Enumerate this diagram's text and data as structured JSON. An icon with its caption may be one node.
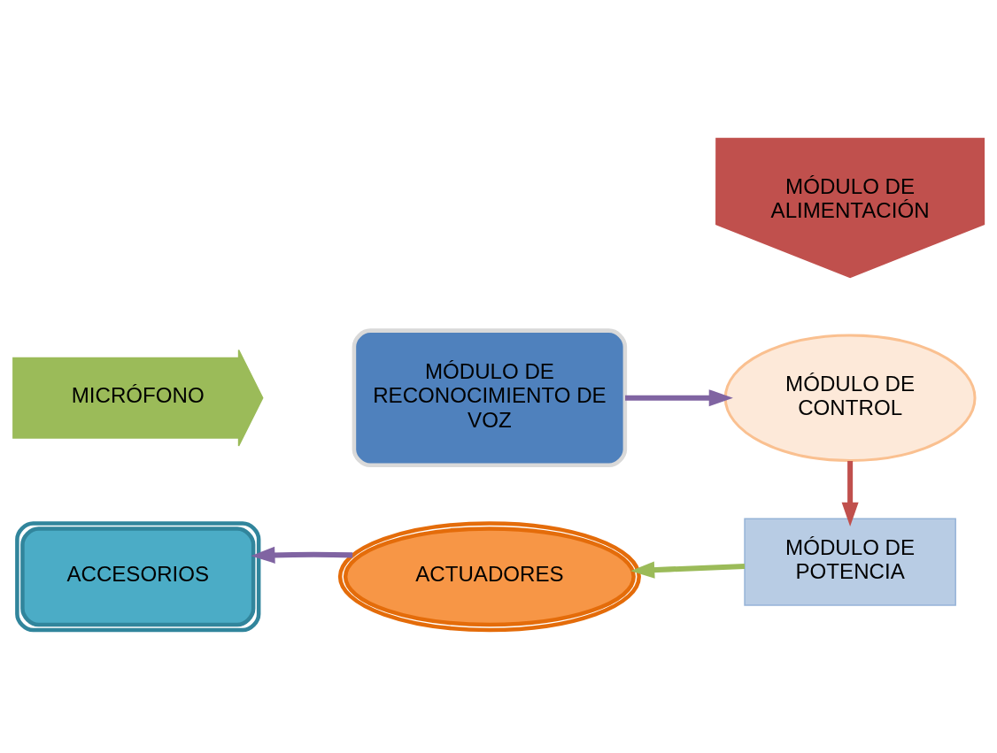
{
  "diagram": {
    "nodes": [
      {
        "text": [
          "MÓDULO DE ALIMENTACIÓN"
        ]
      },
      {
        "text": [
          "MICRÓFONO"
        ]
      },
      {
        "text": [
          "MÓDULO DE RECONOCIMIENTO DE VOZ"
        ]
      },
      {
        "text": [
          "MÓDULO DE CONTROL"
        ]
      },
      {
        "text": [
          "ACCESORIOS"
        ]
      },
      {
        "text": [
          "ACTUADORES"
        ]
      },
      {
        "text": [
          "MÓDULO DE POTENCIA"
        ]
      }
    ],
    "edges": [
      {
        "from": 2,
        "to": 3,
        "arrow": "to",
        "color": "#8064a2"
      },
      {
        "from": 3,
        "to": 6,
        "arrow": "to",
        "color": "#c0504d"
      },
      {
        "from": 6,
        "to": 5,
        "arrow": "to",
        "color": "#9bbb59"
      },
      {
        "from": 5,
        "to": 4,
        "arrow": "to",
        "color": "#8064a2"
      }
    ]
  }
}
